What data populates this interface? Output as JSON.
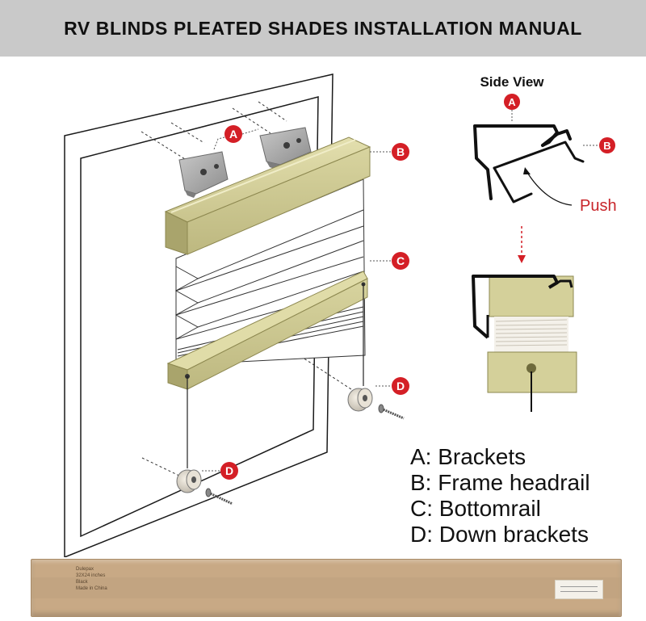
{
  "header": {
    "title": "RV BLINDS PLEATED SHADES INSTALLATION MANUAL"
  },
  "side_view": {
    "title": "Side View",
    "push_label": "Push"
  },
  "callouts": {
    "a": "A",
    "b": "B",
    "c": "C",
    "d": "D"
  },
  "legend": {
    "items": [
      "A: Brackets",
      "B: Frame headrail",
      "C: Bottomrail",
      "D: Down brackets"
    ]
  },
  "box_print": {
    "brand": "Dulepax",
    "size": "32X24 inches",
    "color": "Black",
    "origin": "Made in China"
  },
  "colors": {
    "header_bg": "#c9c9c9",
    "callout_red": "#d41f26",
    "push_red": "#c8252a",
    "headrail": "#d4d09a",
    "headrail_shade": "#b9b47c",
    "bracket": "#a9a9a9",
    "box": "#c8a985"
  },
  "icons": [
    "bracket-icon",
    "screw-icon",
    "down-bracket-icon",
    "arrow-down-icon"
  ]
}
